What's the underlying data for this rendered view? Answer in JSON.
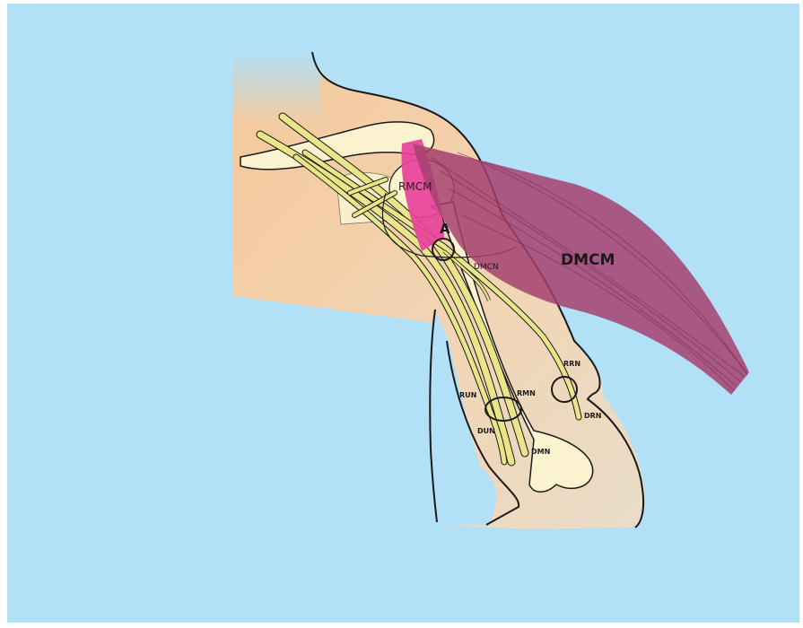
{
  "colors": {
    "background": "#b2e0f6",
    "skin_light": "#f6d9b4",
    "skin_warm": "#f5c89a",
    "bone": "#fbf3d0",
    "nerve": "#e9e588",
    "rmcm": "#e8429a",
    "dmcm": "#a4406f",
    "outline": "#1a1a1a"
  },
  "labels": {
    "rmcm": "RMCM",
    "dmcm": "DMCM",
    "a_marker": "A",
    "dmcn": "DMCN",
    "run": "RUN",
    "rmn": "RMN",
    "dun": "DUN",
    "dmn": "DMN",
    "rrn": "RRN",
    "drn": "DRN"
  }
}
